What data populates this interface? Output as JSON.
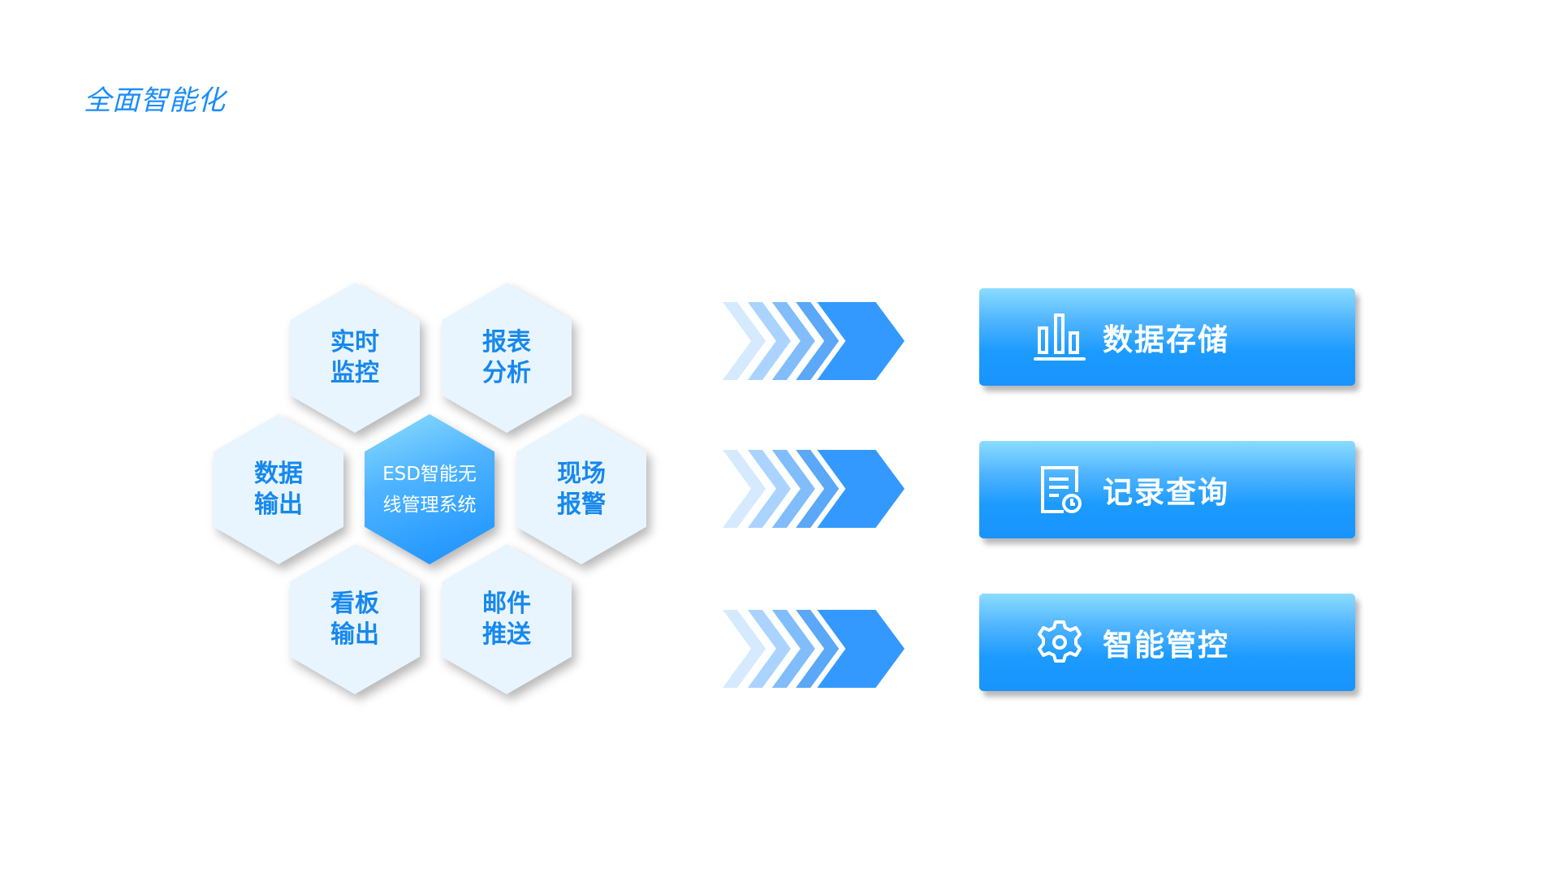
{
  "title": "全面智能化",
  "hexagons": {
    "realtime": "实时监控",
    "report": "报表分析",
    "data_out": "数据输出",
    "center": "ESD智能无线管理系统",
    "alarm": "现场报警",
    "board": "看板输出",
    "mail": "邮件推送"
  },
  "chevron_colors": [
    "#d6eaff",
    "#aad4ff",
    "#80bdfa",
    "#5aa8f7",
    "#3399ff"
  ],
  "features": [
    {
      "label": "数据存储",
      "icon": "bar-chart-icon"
    },
    {
      "label": "记录查询",
      "icon": "record-clock-icon"
    },
    {
      "label": "智能管控",
      "icon": "gear-icon"
    }
  ],
  "colors": {
    "accent": "#1890ff",
    "hex_bg": "#e9f5fe",
    "hex_text": "#1788ee"
  }
}
